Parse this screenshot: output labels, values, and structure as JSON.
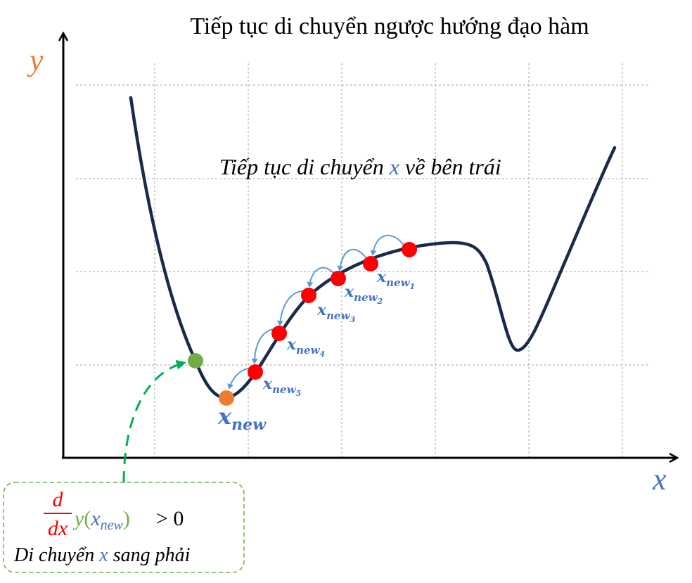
{
  "title": "Tiếp tục di chuyển ngược hướng đạo hàm",
  "axes": {
    "y_label": "y",
    "x_label": "x"
  },
  "annotation": {
    "prefix": "Tiếp tục di chuyển ",
    "variable": "x",
    "suffix": " về bên trái"
  },
  "points": {
    "current_label_base": "x",
    "current_label_sub": "new",
    "steps": [
      {
        "base": "x",
        "sub": "new",
        "index": "1"
      },
      {
        "base": "x",
        "sub": "new",
        "index": "2"
      },
      {
        "base": "x",
        "sub": "new",
        "index": "3"
      },
      {
        "base": "x",
        "sub": "new",
        "index": "4"
      },
      {
        "base": "x",
        "sub": "new",
        "index": "5"
      }
    ]
  },
  "callout": {
    "frac_num": "d",
    "frac_den": "dx",
    "func": "y",
    "arg_open": "(",
    "arg_base": "x",
    "arg_sub": "new",
    "arg_close": ")",
    "relation": " > 0",
    "text_prefix": "Di chuyển ",
    "text_var": "x",
    "text_suffix": " sang phải"
  },
  "colors": {
    "curve": "#1b2a4a",
    "axis": "#000000",
    "grid": "#a6a6a6",
    "step_point": "#ff0000",
    "start_point": "#70ad47",
    "new_point": "#ed7d31",
    "label_blue": "#4472c4",
    "arrow_blue": "#5b9bd5",
    "y_label": "#ed7d31",
    "callout_border": "#70ad47",
    "dashed_arrow": "#00b050",
    "fraction_red": "#ff0000",
    "func_green": "#70ad47"
  }
}
